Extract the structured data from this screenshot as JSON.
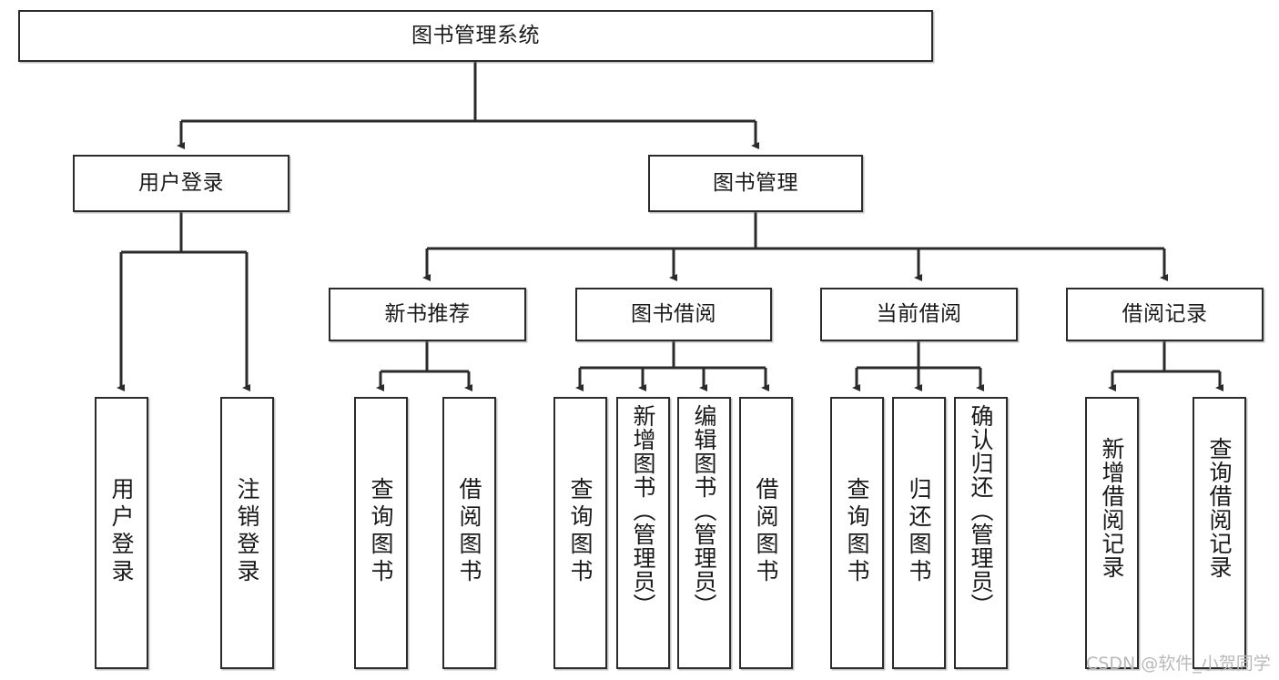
{
  "diagram": {
    "title": "图书管理系统",
    "type": "hierarchy-tree",
    "watermark": "CSDN @软件_小贺同学",
    "colors": {
      "node_border": "#2b2b2b",
      "node_fill": "#ffffff",
      "edge": "#2b2b2b",
      "text": "#1a1a1a",
      "watermark": "#b9b9b9",
      "background": "#ffffff"
    },
    "nodes": {
      "root": {
        "label": "图书管理系统"
      },
      "level2": [
        {
          "id": "user-login",
          "label": "用户登录"
        },
        {
          "id": "book-management",
          "label": "图书管理"
        }
      ],
      "level3": [
        {
          "id": "new-book-recommend",
          "label": "新书推荐"
        },
        {
          "id": "book-borrow",
          "label": "图书借阅"
        },
        {
          "id": "current-borrow",
          "label": "当前借阅"
        },
        {
          "id": "borrow-record",
          "label": "借阅记录"
        }
      ],
      "leaves": {
        "user_login": [
          {
            "id": "leaf-user-login",
            "label": "用户登录"
          },
          {
            "id": "leaf-logout-login",
            "label": "注销登录"
          }
        ],
        "new_book_recommend": [
          {
            "id": "leaf-query-book-1",
            "label": "查询图书"
          },
          {
            "id": "leaf-borrow-book-1",
            "label": "借阅图书"
          }
        ],
        "book_borrow": [
          {
            "id": "leaf-query-book-2",
            "label": "查询图书"
          },
          {
            "id": "leaf-add-book-admin",
            "label": "新增图书（管理员）"
          },
          {
            "id": "leaf-edit-book-admin",
            "label": "编辑图书（管理员）"
          },
          {
            "id": "leaf-borrow-book-2",
            "label": "借阅图书"
          }
        ],
        "current_borrow": [
          {
            "id": "leaf-query-book-3",
            "label": "查询图书"
          },
          {
            "id": "leaf-return-book",
            "label": "归还图书"
          },
          {
            "id": "leaf-confirm-return-admin",
            "label": "确认归还（管理员）"
          }
        ],
        "borrow_record": [
          {
            "id": "leaf-add-borrow-record",
            "label": "新增借阅记录"
          },
          {
            "id": "leaf-query-borrow-record",
            "label": "查询借阅记录"
          }
        ]
      }
    }
  }
}
